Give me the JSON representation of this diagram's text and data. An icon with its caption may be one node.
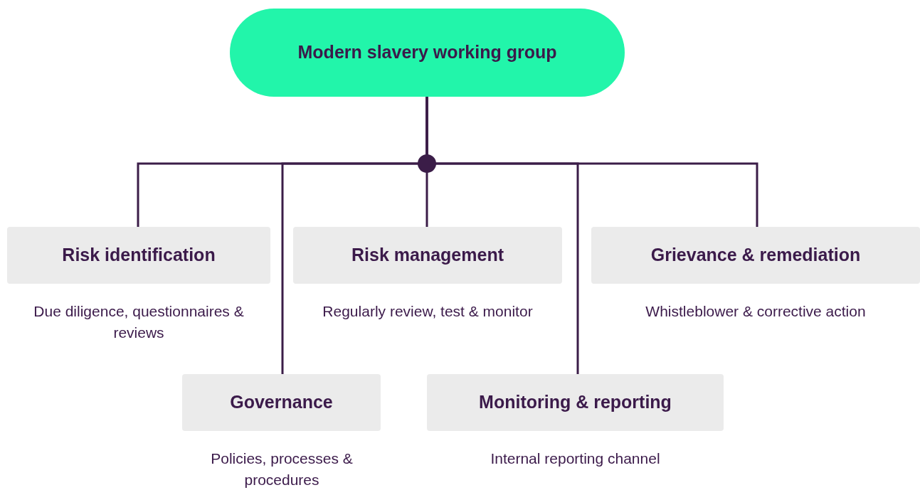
{
  "diagram": {
    "nodes": [
      {
        "text": [
          "Modern slavery working group"
        ]
      },
      {
        "text": [
          "Risk identification"
        ],
        "beside": [
          "Due diligence, questionnaires & reviews"
        ]
      },
      {
        "text": [
          "Risk management"
        ],
        "beside": [
          "Regularly review, test & monitor"
        ]
      },
      {
        "text": [
          "Grievance & remediation"
        ],
        "beside": [
          "Whistleblower & corrective action"
        ]
      },
      {
        "text": [
          "Governance"
        ],
        "beside": [
          "Policies, processes & procedures"
        ]
      },
      {
        "text": [
          "Monitoring & reporting"
        ],
        "beside": [
          "Internal reporting channel"
        ]
      }
    ],
    "edges": [
      {
        "from": 0,
        "to": 1,
        "arrow": "none"
      },
      {
        "from": 0,
        "to": 2,
        "arrow": "none"
      },
      {
        "from": 0,
        "to": 3,
        "arrow": "none"
      },
      {
        "from": 0,
        "to": 4,
        "arrow": "none"
      },
      {
        "from": 0,
        "to": 5,
        "arrow": "none"
      }
    ]
  }
}
